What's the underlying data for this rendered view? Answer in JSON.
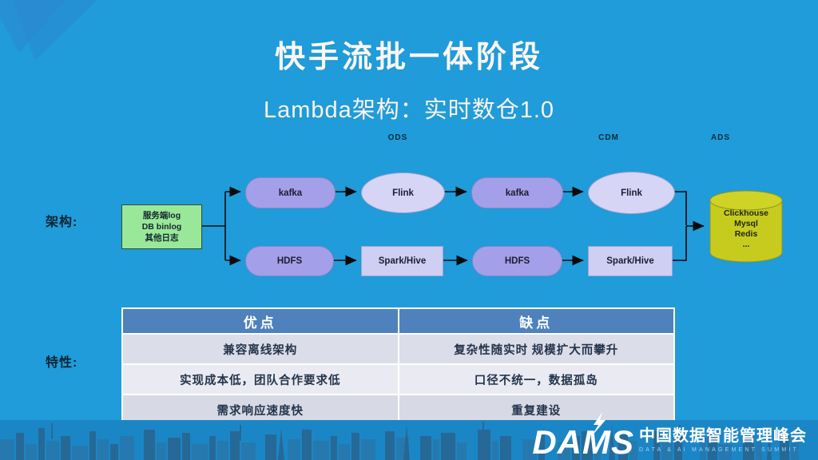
{
  "slide": {
    "title": "快手流批一体阶段",
    "subtitle": "Lambda架构：实时数仓1.0"
  },
  "diagram": {
    "section_label": "架构:",
    "layers": [
      "ODS",
      "CDM",
      "ADS"
    ],
    "source": {
      "line1": "服务端log",
      "line2": "DB binlog",
      "line3": "其他日志"
    },
    "stream": {
      "n0": "kafka",
      "n1": "Flink",
      "n2": "kafka",
      "n3": "Flink"
    },
    "batch": {
      "n0": "HDFS",
      "n1": "Spark/Hive",
      "n2": "HDFS",
      "n3": "Spark/Hive"
    },
    "sink": {
      "line1": "Clickhouse",
      "line2": "Mysql",
      "line3": "Redis",
      "line4": "..."
    }
  },
  "features": {
    "section_label": "特性:",
    "headers": [
      "优点",
      "缺点"
    ],
    "rows": [
      [
        "兼容离线架构",
        "复杂性随实时 规模扩大而攀升"
      ],
      [
        "实现成本低，团队合作要求低",
        "口径不统一，数据孤岛"
      ],
      [
        "需求响应速度快",
        "重复建设"
      ]
    ]
  },
  "footer": {
    "logo_text": "DAMS",
    "logo_cn": "中国数据智能管理峰会",
    "logo_tagline": "DATA & AI MANAGEMENT SUMMIT"
  },
  "colors": {
    "background": "#1f9cd9",
    "banner": "#1b86c6",
    "node_pill": "#a39fe8",
    "node_ellipse": "#d7d5f6",
    "node_rect": "#cfcef3",
    "source_green": "#99e899",
    "sink_yellow": "#c6cb1e",
    "table_header_blue": "#4f81bd",
    "title_text": "#fef6f0"
  }
}
